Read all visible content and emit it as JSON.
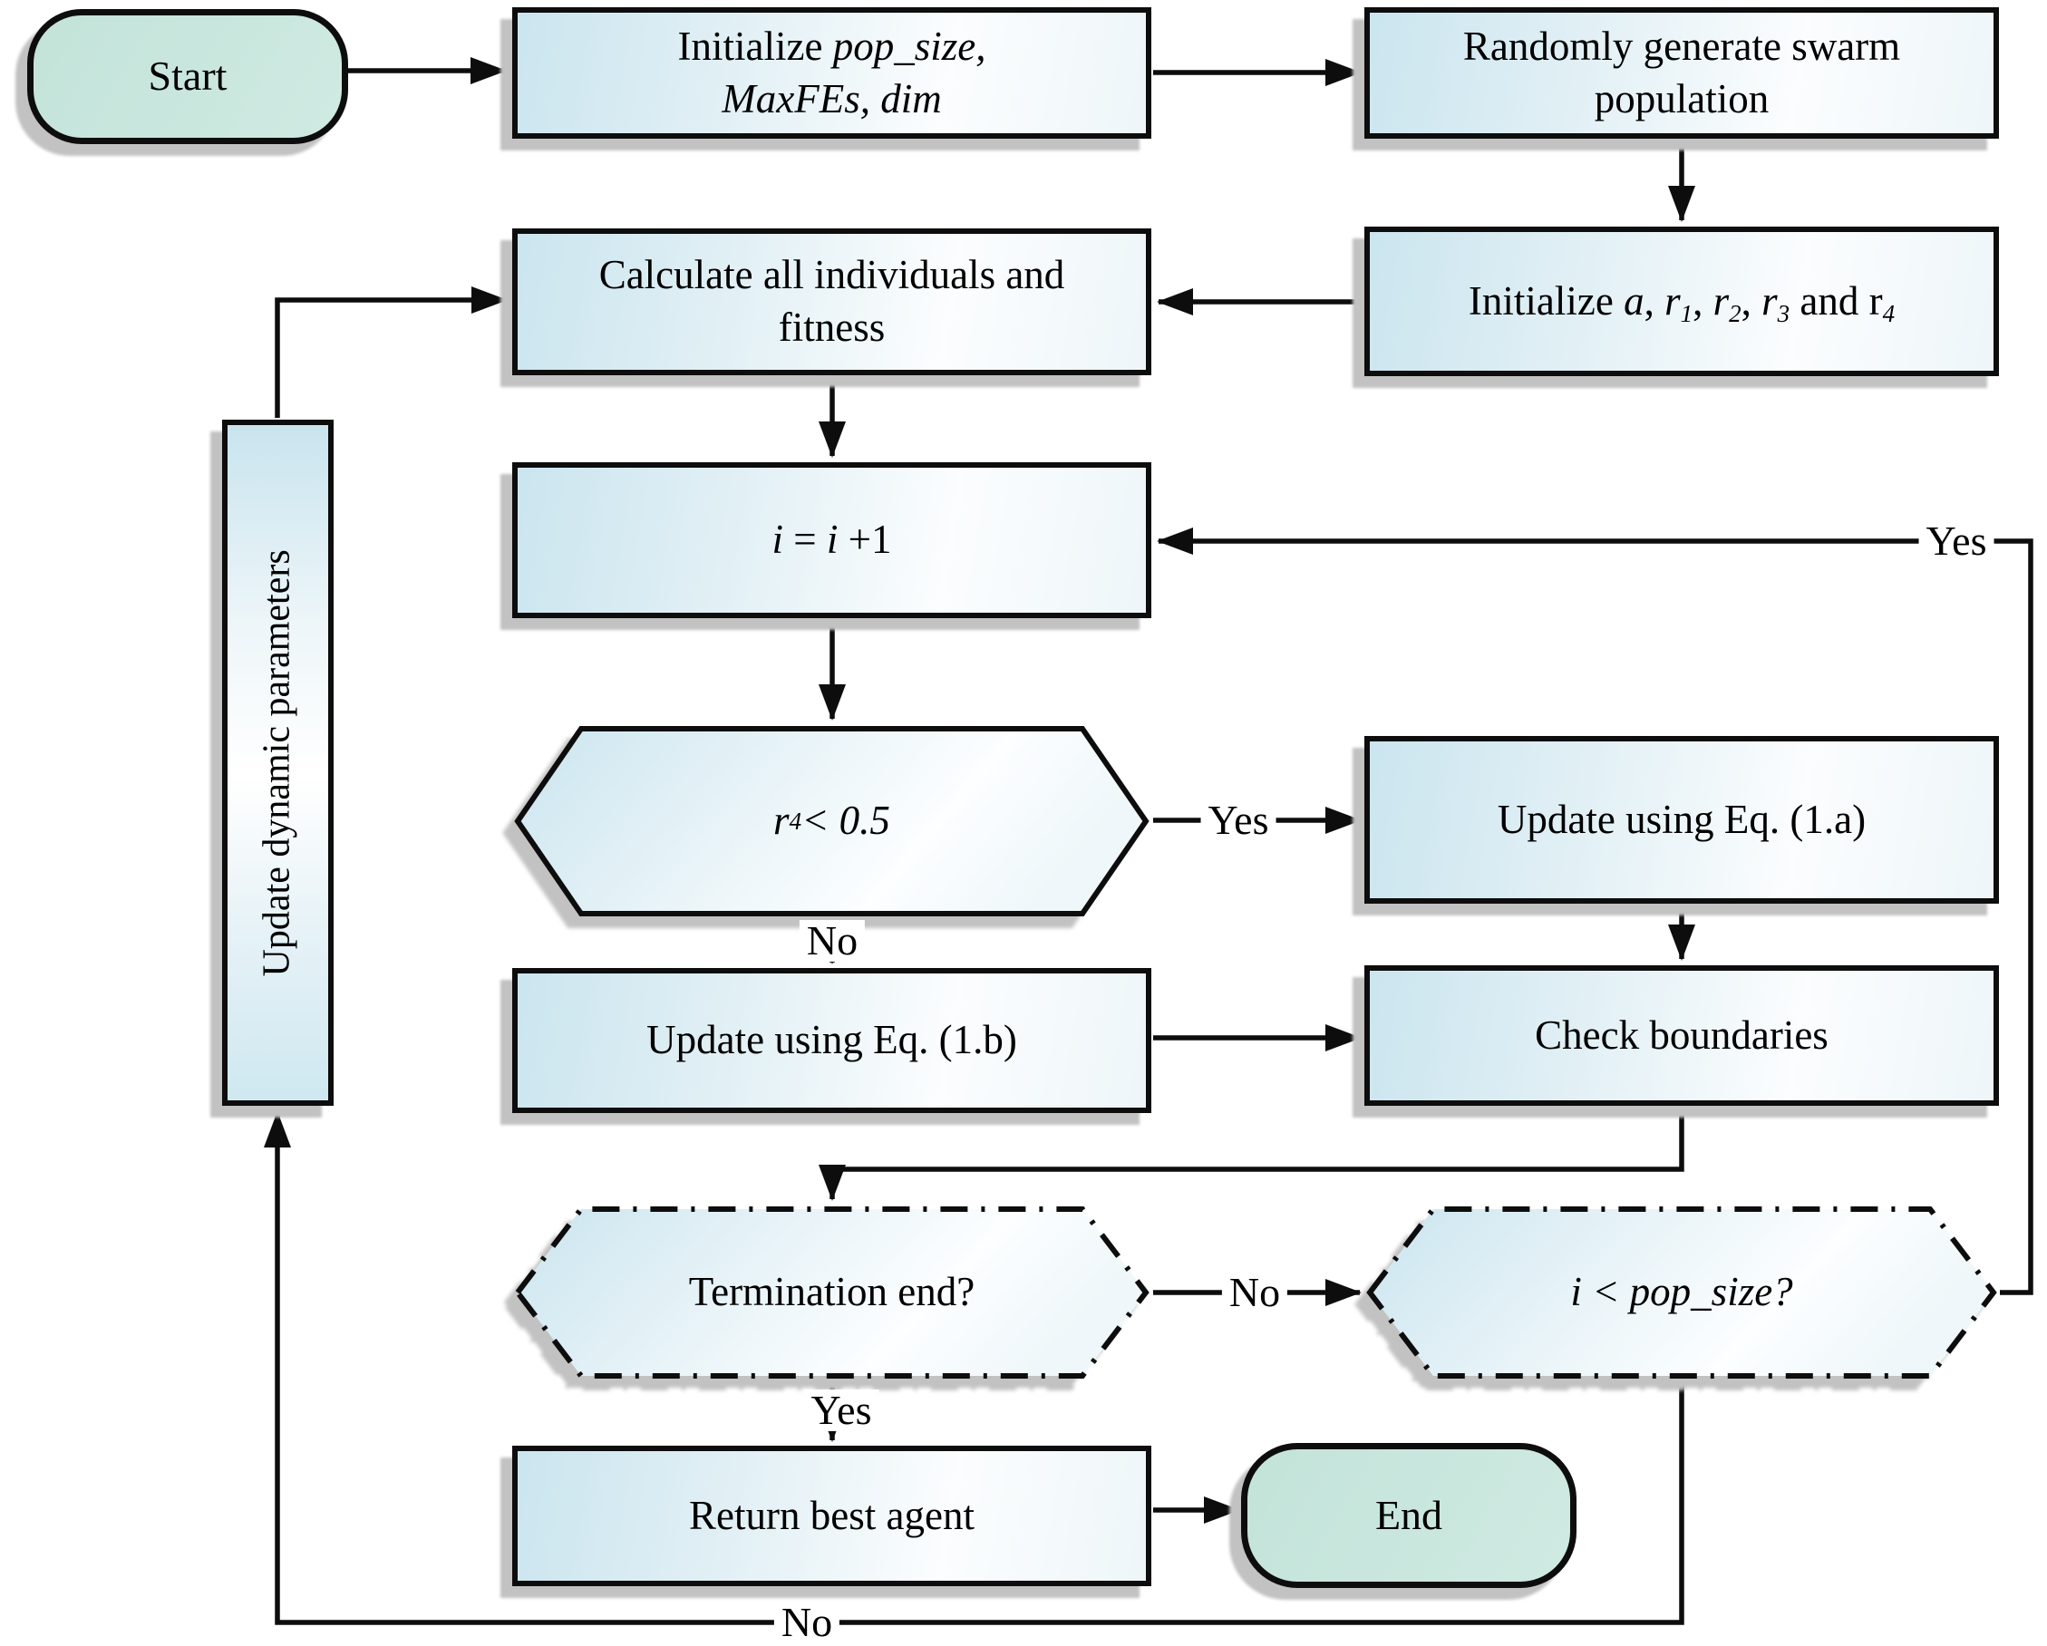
{
  "nodes": {
    "start": {
      "label": "Start"
    },
    "init": {
      "parts": [
        [
          "r",
          "Initialize "
        ],
        [
          "i",
          "pop_size,"
        ],
        [
          "br",
          ""
        ],
        [
          "i",
          "MaxFEs, dim"
        ]
      ]
    },
    "random": {
      "label": "Randomly generate swarm population"
    },
    "calc": {
      "label": "Calculate all individuals and fitness"
    },
    "init_params": {
      "parts": [
        [
          "r",
          "Initialize "
        ],
        [
          "i",
          "a"
        ],
        [
          "r",
          ", "
        ],
        [
          "i",
          "r"
        ],
        [
          "is",
          "1"
        ],
        [
          "r",
          ", "
        ],
        [
          "i",
          "r"
        ],
        [
          "is",
          "2"
        ],
        [
          "r",
          ", "
        ],
        [
          "i",
          "r"
        ],
        [
          "is",
          "3"
        ],
        [
          "r",
          " and r"
        ],
        [
          "is",
          "4"
        ]
      ]
    },
    "increment": {
      "parts": [
        [
          "i",
          "i"
        ],
        [
          "r",
          " = "
        ],
        [
          "i",
          "i"
        ],
        [
          "r",
          " +1"
        ]
      ]
    },
    "r4_check": {
      "parts": [
        [
          "i",
          "r"
        ],
        [
          "is",
          "4"
        ],
        [
          "i",
          " < 0.5"
        ]
      ]
    },
    "eq1a": {
      "label": "Update using Eq. (1.a)"
    },
    "eq1b": {
      "label": "Update using Eq. (1.b)"
    },
    "check_bounds": {
      "label": "Check boundaries"
    },
    "termination": {
      "label": "Termination end?"
    },
    "pop_check": {
      "parts": [
        [
          "i",
          "i < pop_size?"
        ]
      ]
    },
    "return_best": {
      "label": "Return best agent"
    },
    "end": {
      "label": "End"
    },
    "update_params": {
      "label": "Update dynamic parameters"
    }
  },
  "edge_labels": {
    "yes_r4": "Yes",
    "no_r4": "No",
    "yes_top": "Yes",
    "no_mid": "No",
    "yes_term": "Yes",
    "no_bottom": "No"
  },
  "colors": {
    "terminal_fill": "#c7e6dd",
    "box_fill_start": "#cbe5ef",
    "box_fill_end": "#fbfdfe",
    "border": "#0d0d0d",
    "line": "#0d0d0d",
    "shadow": "#c2c2c2"
  }
}
